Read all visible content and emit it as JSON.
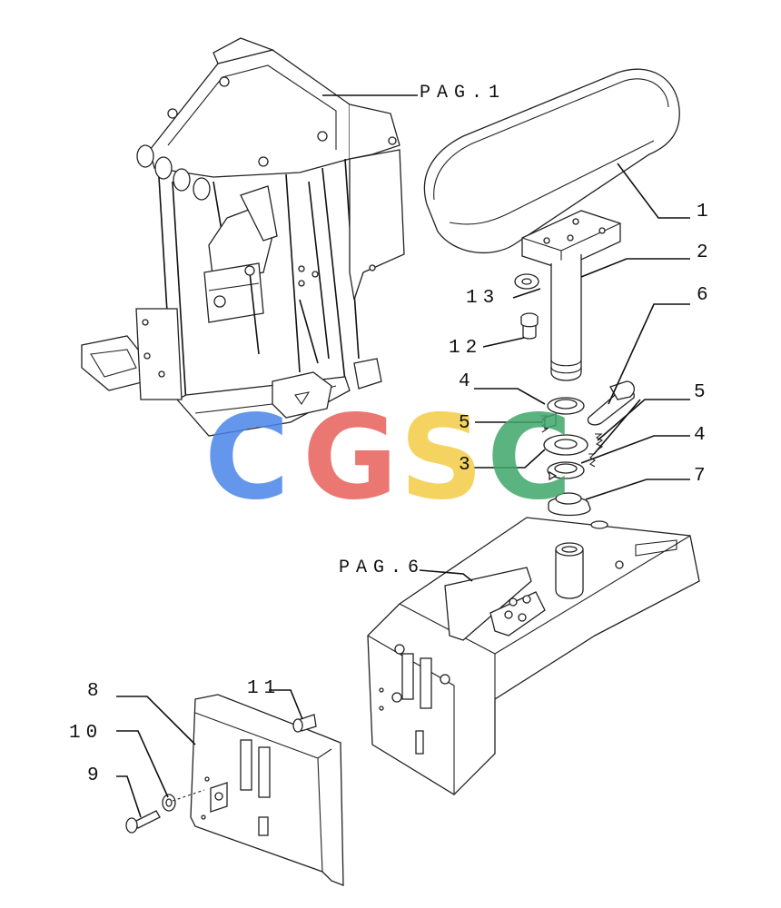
{
  "watermark": {
    "letters": [
      "C",
      "G",
      "S",
      "C"
    ],
    "colors": [
      "#4a86e8",
      "#e8605a",
      "#f4cc45",
      "#3fa66b"
    ]
  },
  "references": {
    "pag1": "PAG.1",
    "pag6": "PAG.6"
  },
  "callouts": {
    "c1": "1",
    "c2": "2",
    "c3": "3",
    "c4a": "4",
    "c4b": "4",
    "c5a": "5",
    "c5b": "5",
    "c6": "6",
    "c7": "7",
    "c8": "8",
    "c9": "9",
    "c10": "10",
    "c11": "11",
    "c12": "12",
    "c13": "13"
  }
}
